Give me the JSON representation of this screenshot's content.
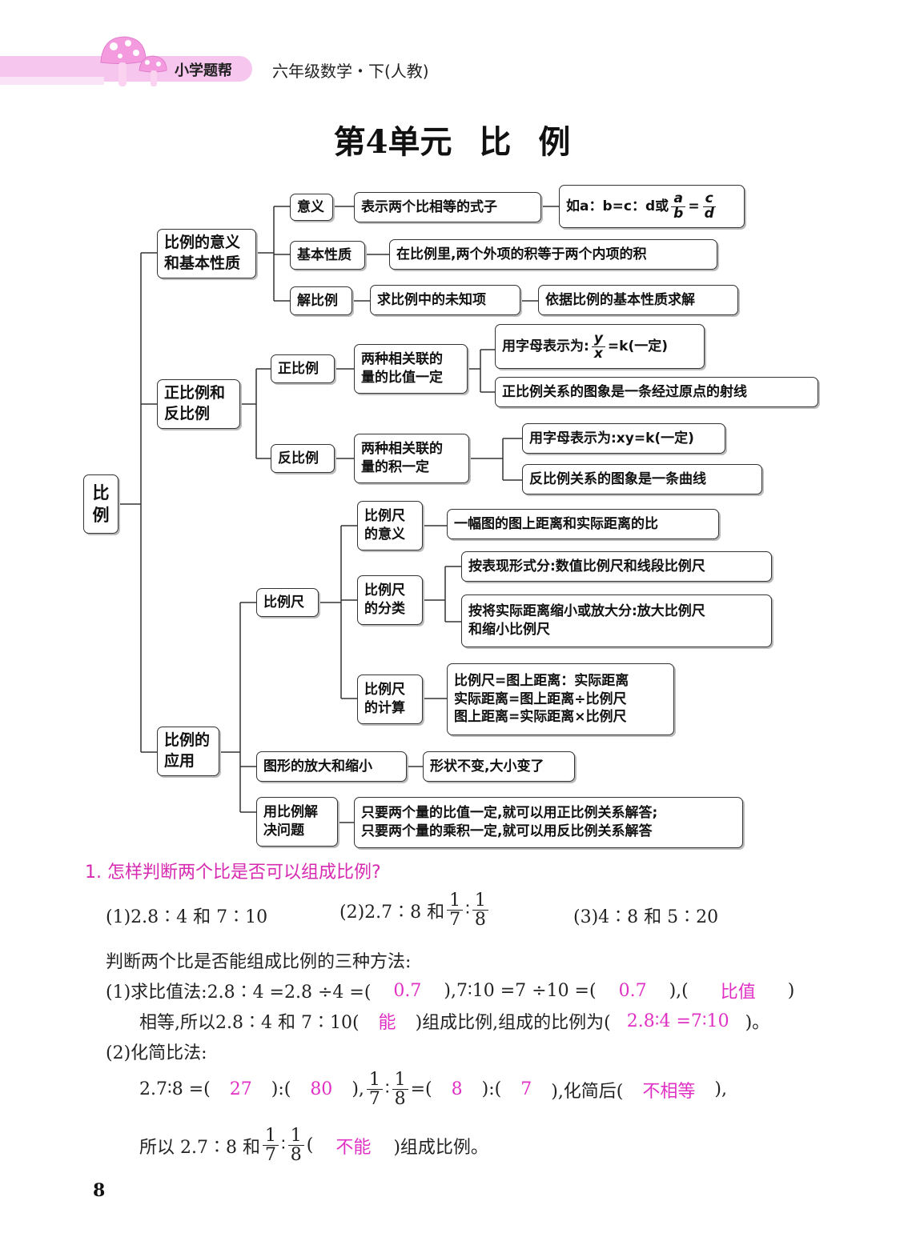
{
  "header": {
    "brand": "小学题帮",
    "subtitle": "六年级数学・下(人教)"
  },
  "title": {
    "unit": "第4单元",
    "word1": "比",
    "word2": "例"
  },
  "mindmap": {
    "root": "比\n例",
    "meaning_group": "比例的意义\n和基本性质",
    "meaning": "意义",
    "meaning_desc": "表示两个比相等的式子",
    "meaning_example_prefix": "如a：b=c：d或",
    "meaning_example": {
      "a": "a",
      "b": "b",
      "c": "c",
      "d": "d",
      "eq": "="
    },
    "property": "基本性质",
    "property_desc": "在比例里,两个外项的积等于两个内项的积",
    "solve": "解比例",
    "solve_desc": "求比例中的未知项",
    "solve_method": "依据比例的基本性质求解",
    "pn_group": "正比例和\n反比例",
    "direct": "正比例",
    "direct_desc": "两种相关联的\n量的比值一定",
    "direct_formula_prefix": "用字母表示为:",
    "direct_formula": {
      "y": "y",
      "x": "x",
      "suffix": "=k(一定)"
    },
    "direct_graph": "正比例关系的图象是一条经过原点的射线",
    "inverse": "反比例",
    "inverse_desc": "两种相关联的\n量的积一定",
    "inverse_formula": "用字母表示为:xy=k(一定)",
    "inverse_graph": "反比例关系的图象是一条曲线",
    "app_group": "比例的\n应用",
    "scale": "比例尺",
    "scale_meaning": "比例尺\n的意义",
    "scale_meaning_desc": "一幅图的图上距离和实际距离的比",
    "scale_class": "比例尺\n的分类",
    "scale_class_1": "按表现形式分:数值比例尺和线段比例尺",
    "scale_class_2": "按将实际距离缩小或放大分:放大比例尺\n和缩小比例尺",
    "scale_calc": "比例尺\n的计算",
    "scale_calc_desc": "比例尺=图上距离：实际距离\n实际距离=图上距离÷比例尺\n图上距离=实际距离×比例尺",
    "enlarge": "图形的放大和缩小",
    "enlarge_desc": "形状不变,大小变了",
    "solve_problems": "用比例解\n决问题",
    "solve_problems_desc": "只要两个量的比值一定,就可以用正比例关系解答;\n只要两个量的乘积一定,就可以用反比例关系解答"
  },
  "exercise": {
    "question": "1. 怎样判断两个比是否可以组成比例?",
    "item1": "(1)2.8∶4 和 7∶10",
    "item2_prefix": "(2)2.7∶8 和",
    "item3": "(3)4∶8 和 5∶20",
    "frac_1_7": {
      "num": "1",
      "den": "7"
    },
    "frac_1_8": {
      "num": "1",
      "den": "8"
    },
    "colon": "∶",
    "methods_intro": "判断两个比是否能组成比例的三种方法:",
    "m1_a": "(1)求比值法:2.8∶4 =2.8 ÷4 =(",
    "m1_ans1": "0.7",
    "m1_b": "),7∶10 =7 ÷10 =(",
    "m1_ans2": "0.7",
    "m1_c": "),(",
    "m1_ans3": "比值",
    "m1_d": ")",
    "m1_e": "相等,所以2.8∶4 和 7∶10(",
    "m1_ans4": "能",
    "m1_f": ")组成比例,组成的比例为(",
    "m1_ans5": "2.8∶4 =7∶10",
    "m1_g": ")。",
    "m2": "(2)化简比法:",
    "m2_a": "2.7∶8 =(",
    "m2_ans1": "27",
    "m2_b": "):(",
    "m2_ans2": "80",
    "m2_c": "),",
    "m2_d": "=(",
    "m2_ans3": "8",
    "m2_e": "):(",
    "m2_ans4": "7",
    "m2_f": "),化简后(",
    "m2_ans5": "不相等",
    "m2_g": "),",
    "m2_h": "所以 2.7∶8 和",
    "m2_i": "(",
    "m2_ans6": "不能",
    "m2_j": ")组成比例。"
  },
  "page_number": "8"
}
